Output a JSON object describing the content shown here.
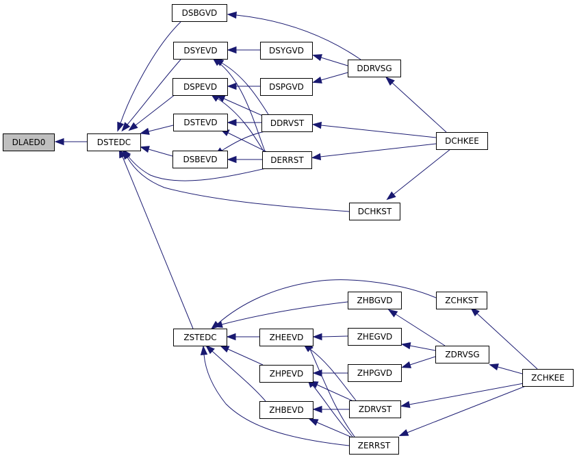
{
  "colors": {
    "edge": "#191970",
    "node_fill": "#ffffff",
    "root_fill": "#bfbfbf",
    "node_stroke": "#000000"
  },
  "nodes": [
    {
      "id": "DLAED0",
      "label": "DLAED0",
      "root": true
    },
    {
      "id": "DSTEDC",
      "label": "DSTEDC"
    },
    {
      "id": "DSBGVD",
      "label": "DSBGVD"
    },
    {
      "id": "DSYEVD",
      "label": "DSYEVD"
    },
    {
      "id": "DSPEVD",
      "label": "DSPEVD"
    },
    {
      "id": "DSTEVD",
      "label": "DSTEVD"
    },
    {
      "id": "DSBEVD",
      "label": "DSBEVD"
    },
    {
      "id": "DSYGVD",
      "label": "DSYGVD"
    },
    {
      "id": "DSPGVD",
      "label": "DSPGVD"
    },
    {
      "id": "DDRVST",
      "label": "DDRVST"
    },
    {
      "id": "DERRST",
      "label": "DERRST"
    },
    {
      "id": "DDRVSG",
      "label": "DDRVSG"
    },
    {
      "id": "DCHKEE",
      "label": "DCHKEE"
    },
    {
      "id": "DCHKST",
      "label": "DCHKST"
    },
    {
      "id": "ZSTEDC",
      "label": "ZSTEDC"
    },
    {
      "id": "ZHEEVD",
      "label": "ZHEEVD"
    },
    {
      "id": "ZHPEVD",
      "label": "ZHPEVD"
    },
    {
      "id": "ZHBEVD",
      "label": "ZHBEVD"
    },
    {
      "id": "ZHBGVD",
      "label": "ZHBGVD"
    },
    {
      "id": "ZHEGVD",
      "label": "ZHEGVD"
    },
    {
      "id": "ZHPGVD",
      "label": "ZHPGVD"
    },
    {
      "id": "ZDRVST",
      "label": "ZDRVST"
    },
    {
      "id": "ZERRST",
      "label": "ZERRST"
    },
    {
      "id": "ZCHKST",
      "label": "ZCHKST"
    },
    {
      "id": "ZDRVSG",
      "label": "ZDRVSG"
    },
    {
      "id": "ZCHKEE",
      "label": "ZCHKEE"
    }
  ],
  "edges": [
    {
      "from": "DSTEDC",
      "to": "DLAED0"
    },
    {
      "from": "DSBGVD",
      "to": "DSTEDC"
    },
    {
      "from": "DSYEVD",
      "to": "DSTEDC"
    },
    {
      "from": "DSPEVD",
      "to": "DSTEDC"
    },
    {
      "from": "DSTEVD",
      "to": "DSTEDC"
    },
    {
      "from": "DSBEVD",
      "to": "DSTEDC"
    },
    {
      "from": "DERRST",
      "to": "DSTEDC"
    },
    {
      "from": "DCHKST",
      "to": "DSTEDC"
    },
    {
      "from": "ZSTEDC",
      "to": "DSTEDC"
    },
    {
      "from": "DDRVSG",
      "to": "DSBGVD"
    },
    {
      "from": "DSYGVD",
      "to": "DSYEVD"
    },
    {
      "from": "DDRVST",
      "to": "DSYEVD"
    },
    {
      "from": "DERRST",
      "to": "DSYEVD"
    },
    {
      "from": "DSPGVD",
      "to": "DSPEVD"
    },
    {
      "from": "DDRVST",
      "to": "DSPEVD"
    },
    {
      "from": "DERRST",
      "to": "DSPEVD"
    },
    {
      "from": "DDRVST",
      "to": "DSTEVD"
    },
    {
      "from": "DERRST",
      "to": "DSTEVD"
    },
    {
      "from": "DDRVST",
      "to": "DSBEVD"
    },
    {
      "from": "DERRST",
      "to": "DSBEVD"
    },
    {
      "from": "DDRVSG",
      "to": "DSYGVD"
    },
    {
      "from": "DDRVSG",
      "to": "DSPGVD"
    },
    {
      "from": "DCHKEE",
      "to": "DDRVSG"
    },
    {
      "from": "DCHKEE",
      "to": "DDRVST"
    },
    {
      "from": "DCHKEE",
      "to": "DERRST"
    },
    {
      "from": "DCHKEE",
      "to": "DCHKST"
    },
    {
      "from": "ZHBGVD",
      "to": "ZSTEDC"
    },
    {
      "from": "ZCHKST",
      "to": "ZSTEDC"
    },
    {
      "from": "ZHEEVD",
      "to": "ZSTEDC"
    },
    {
      "from": "ZHPEVD",
      "to": "ZSTEDC"
    },
    {
      "from": "ZHBEVD",
      "to": "ZSTEDC"
    },
    {
      "from": "ZERRST",
      "to": "ZSTEDC"
    },
    {
      "from": "ZHEGVD",
      "to": "ZHEEVD"
    },
    {
      "from": "ZDRVST",
      "to": "ZHEEVD"
    },
    {
      "from": "ZERRST",
      "to": "ZHEEVD"
    },
    {
      "from": "ZHPGVD",
      "to": "ZHPEVD"
    },
    {
      "from": "ZDRVST",
      "to": "ZHPEVD"
    },
    {
      "from": "ZERRST",
      "to": "ZHPEVD"
    },
    {
      "from": "ZDRVST",
      "to": "ZHBEVD"
    },
    {
      "from": "ZERRST",
      "to": "ZHBEVD"
    },
    {
      "from": "ZDRVSG",
      "to": "ZHBGVD"
    },
    {
      "from": "ZDRVSG",
      "to": "ZHEGVD"
    },
    {
      "from": "ZDRVSG",
      "to": "ZHPGVD"
    },
    {
      "from": "ZCHKEE",
      "to": "ZCHKST"
    },
    {
      "from": "ZCHKEE",
      "to": "ZDRVSG"
    },
    {
      "from": "ZCHKEE",
      "to": "ZDRVST"
    },
    {
      "from": "ZCHKEE",
      "to": "ZERRST"
    }
  ]
}
